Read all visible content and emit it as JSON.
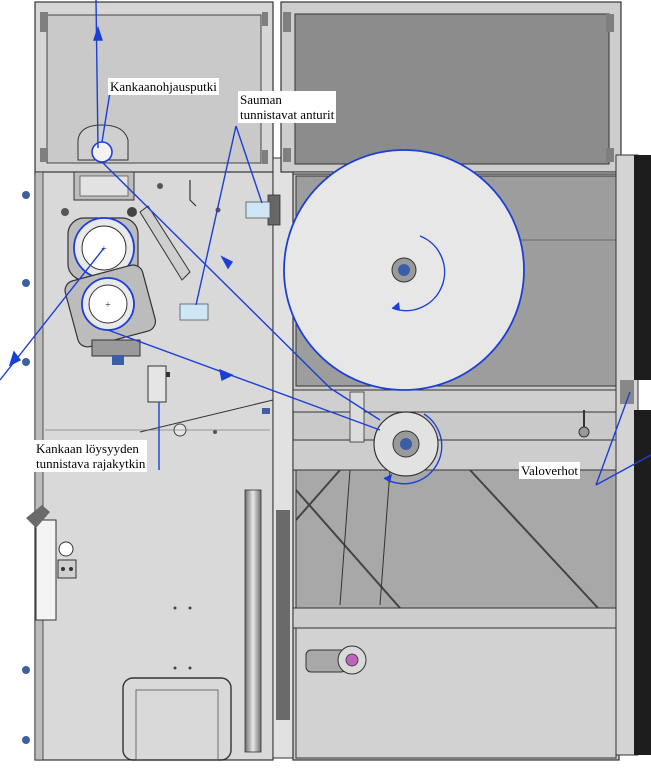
{
  "labels": {
    "fabric_guide_tube": "Kankaanohjausputki",
    "seam_sensors_line1": "Sauman",
    "seam_sensors_line2": "tunnistavat anturit",
    "slack_switch_line1": "Kankaan löysyyden",
    "slack_switch_line2": "tunnistava rajakytkin",
    "light_curtains": "Valoverhot"
  },
  "colors": {
    "panel": "#d9d9d9",
    "panel_dark": "#8c8c8c",
    "window": "#b3b3b3",
    "frame": "#c6c6c6",
    "outline": "#1a1a1a",
    "path_blue": "#1c3fd4",
    "sensor": "#cfe6f5"
  }
}
